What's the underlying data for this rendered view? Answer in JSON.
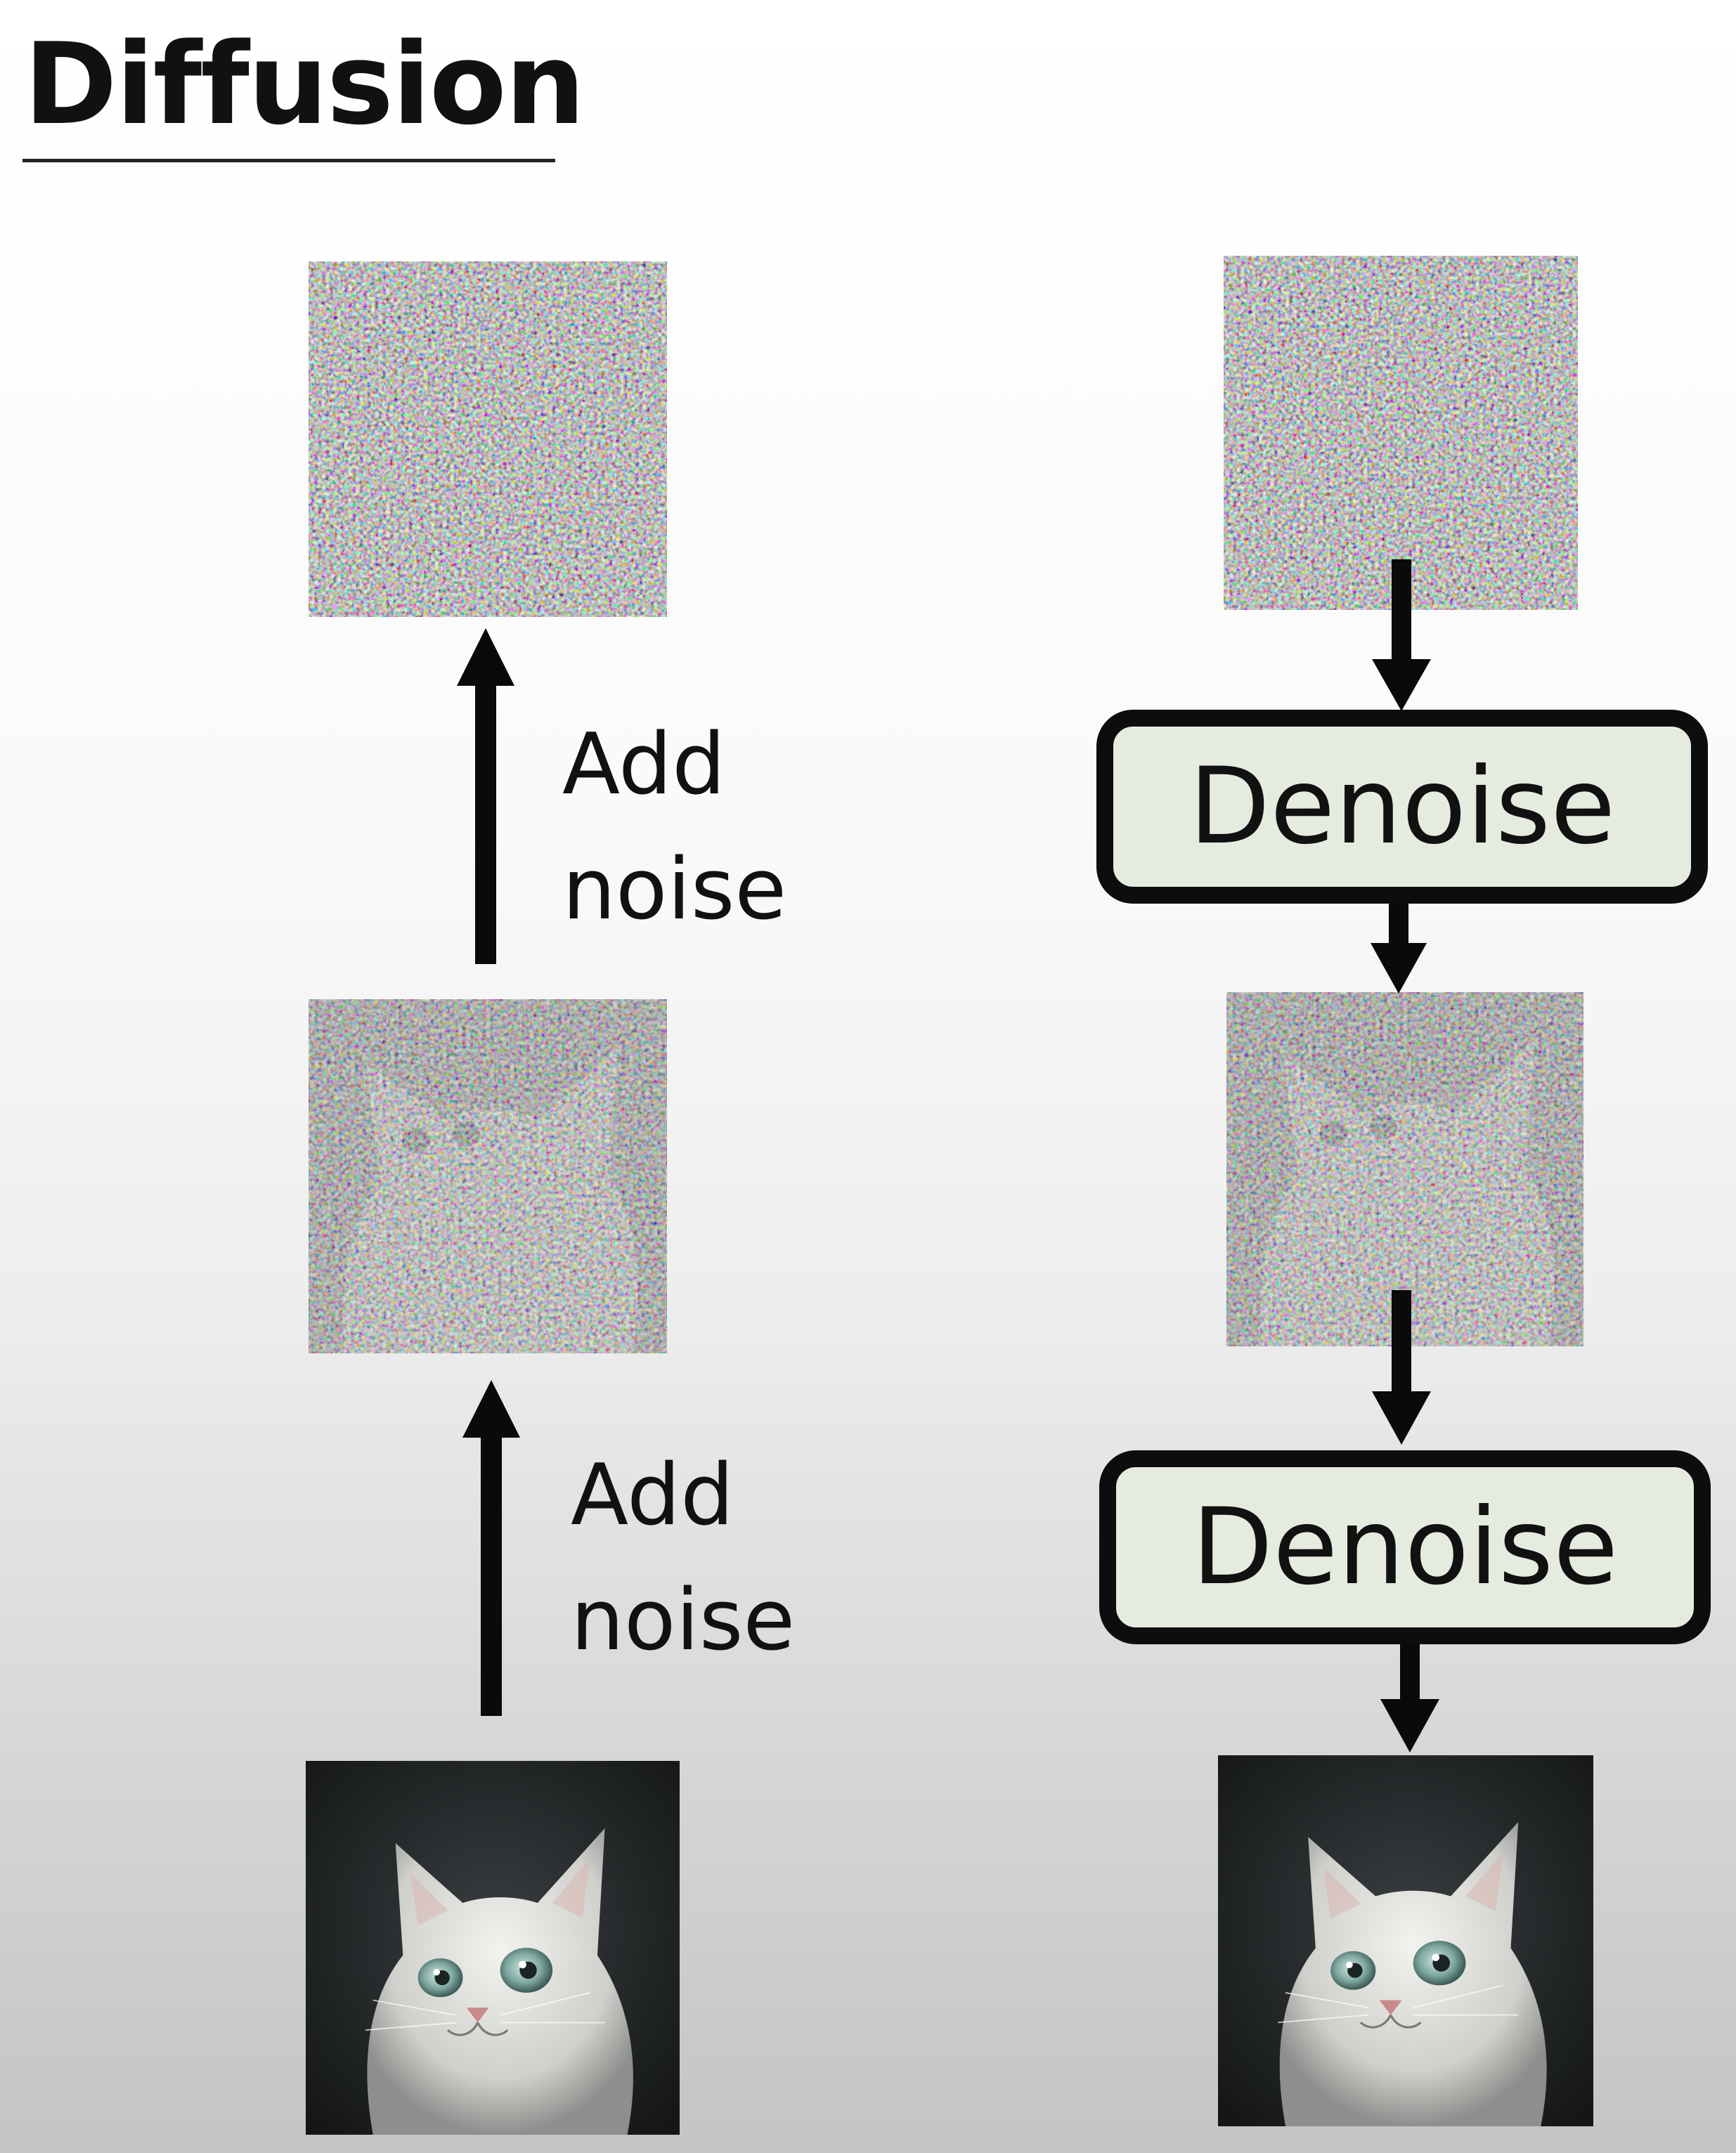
{
  "title": "Diffusion",
  "forward": {
    "step_1_label": "Add\nnoise",
    "step_2_label": "Add\nnoise"
  },
  "reverse": {
    "step_1_label": "Denoise",
    "step_2_label": "Denoise"
  },
  "colors": {
    "box_fill": "#e6ebdf",
    "box_border": "#0d0d0d",
    "arrow": "#0a0a0a",
    "text": "#111111"
  }
}
